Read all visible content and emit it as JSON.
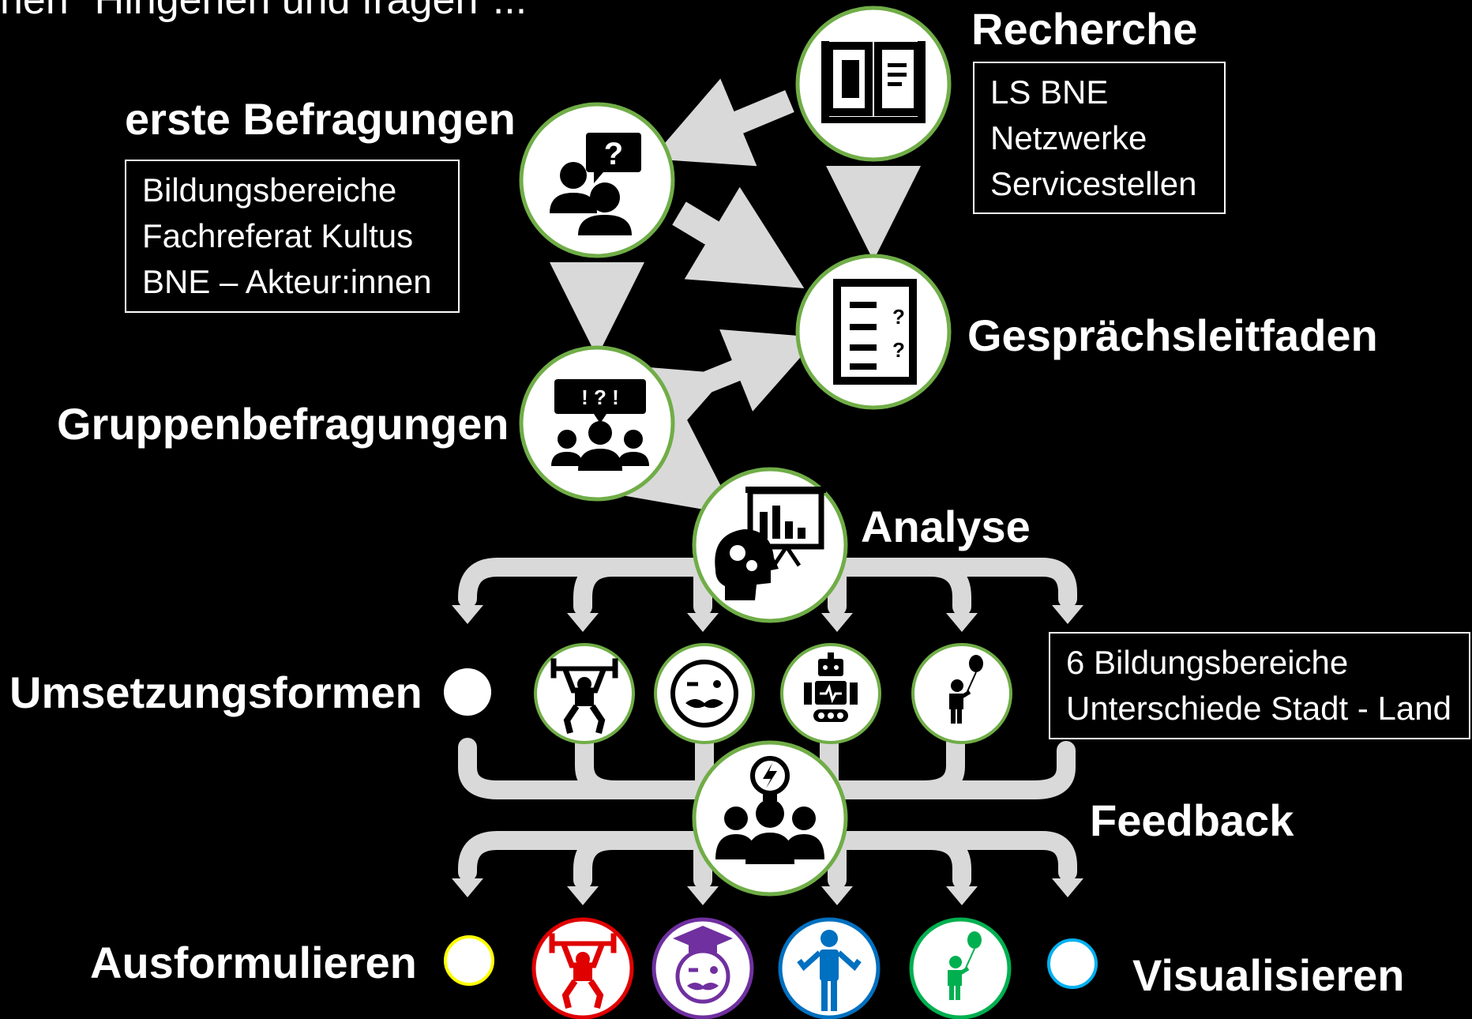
{
  "header_text": "nen \"Hingehen und fragen\"...",
  "nodes": {
    "recherche": {
      "label": "Recherche",
      "icon": "book-icon"
    },
    "erste_befragungen": {
      "label": "erste Befragungen",
      "icon": "interview-question-icon"
    },
    "gespraechsleitfaden": {
      "label": "Gesprächsleitfaden",
      "icon": "questionnaire-icon"
    },
    "gruppenbefragungen": {
      "label": "Gruppenbefragungen",
      "icon": "group-discussion-icon"
    },
    "analyse": {
      "label": "Analyse",
      "icon": "analysis-head-chart-icon"
    },
    "umsetzungsformen": {
      "label": "Umsetzungsformen"
    },
    "feedback": {
      "label": "Feedback",
      "icon": "idea-team-icon"
    },
    "ausformulieren": {
      "label": "Ausformulieren"
    },
    "visualisieren": {
      "label": "Visualisieren"
    }
  },
  "boxes": {
    "recherche": [
      "LS BNE",
      "Netzwerke",
      "Servicestellen"
    ],
    "erste_befragungen": [
      "Bildungsbereiche",
      "Fachreferat Kultus",
      "BNE – Akteur:innen"
    ],
    "umsetzungsformen": [
      "6 Bildungsbereiche",
      "Unterschiede Stadt - Land"
    ]
  },
  "umsetzungsformen_icons": [
    "empty-circle-icon",
    "weightlifter-icon",
    "winking-mustache-face-icon",
    "robot-icon",
    "child-balloon-icon"
  ],
  "ausformulieren_icons": [
    {
      "icon": "empty-circle-icon",
      "color": "#ffff00"
    },
    {
      "icon": "weightlifter-icon",
      "color": "#e00000"
    },
    {
      "icon": "graduate-mustache-face-icon",
      "color": "#7030a0"
    },
    {
      "icon": "shrugging-person-icon",
      "color": "#0070c0"
    },
    {
      "icon": "child-balloon-icon",
      "color": "#00b050"
    },
    {
      "icon": "empty-circle-icon",
      "color": "#00b0f0"
    }
  ],
  "colors": {
    "background": "#000000",
    "node_ring": "#70ad47",
    "arrow": "#d9d9d9",
    "text": "#ffffff"
  }
}
